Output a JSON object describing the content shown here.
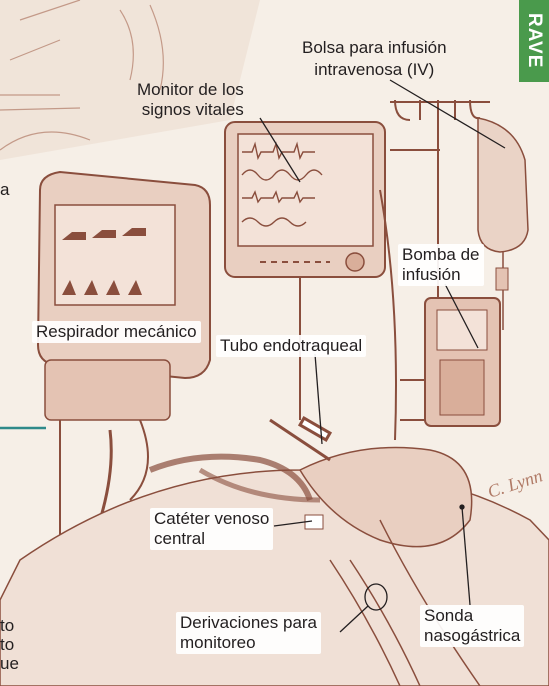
{
  "tab_text": "RAVE",
  "colors": {
    "background": "#f6efe7",
    "sepia_ink": "#8a4e3d",
    "sepia_fill": "#d9ae9a",
    "tab_green": "#4a9a4c",
    "accent_teal": "#2f8a8a",
    "leader_line": "#231f20"
  },
  "labels": {
    "iv_bag": "Bolsa para infusión intravenosa (IV)",
    "iv_bag_line1": "Bolsa para infusión",
    "iv_bag_line2": "intravenosa (IV)",
    "vitals_monitor_line1": "Monitor de los",
    "vitals_monitor_line2": "signos vitales",
    "infusion_pump_line1": "Bomba de",
    "infusion_pump_line2": "infusión",
    "ventilator": "Respirador mecánico",
    "endotracheal_tube": "Tubo endotraqueal",
    "central_catheter_line1": "Catéter venoso",
    "central_catheter_line2": "central",
    "monitoring_leads_line1": "Derivaciones para",
    "monitoring_leads_line2": "monitoreo",
    "ng_tube_line1": "Sonda",
    "ng_tube_line2": "nasogástrica"
  },
  "margin_fragments": {
    "left_a": "a",
    "left_bottom_1": "to",
    "left_bottom_2": "to",
    "left_bottom_3": "ue"
  },
  "signature": "C. Lynn"
}
